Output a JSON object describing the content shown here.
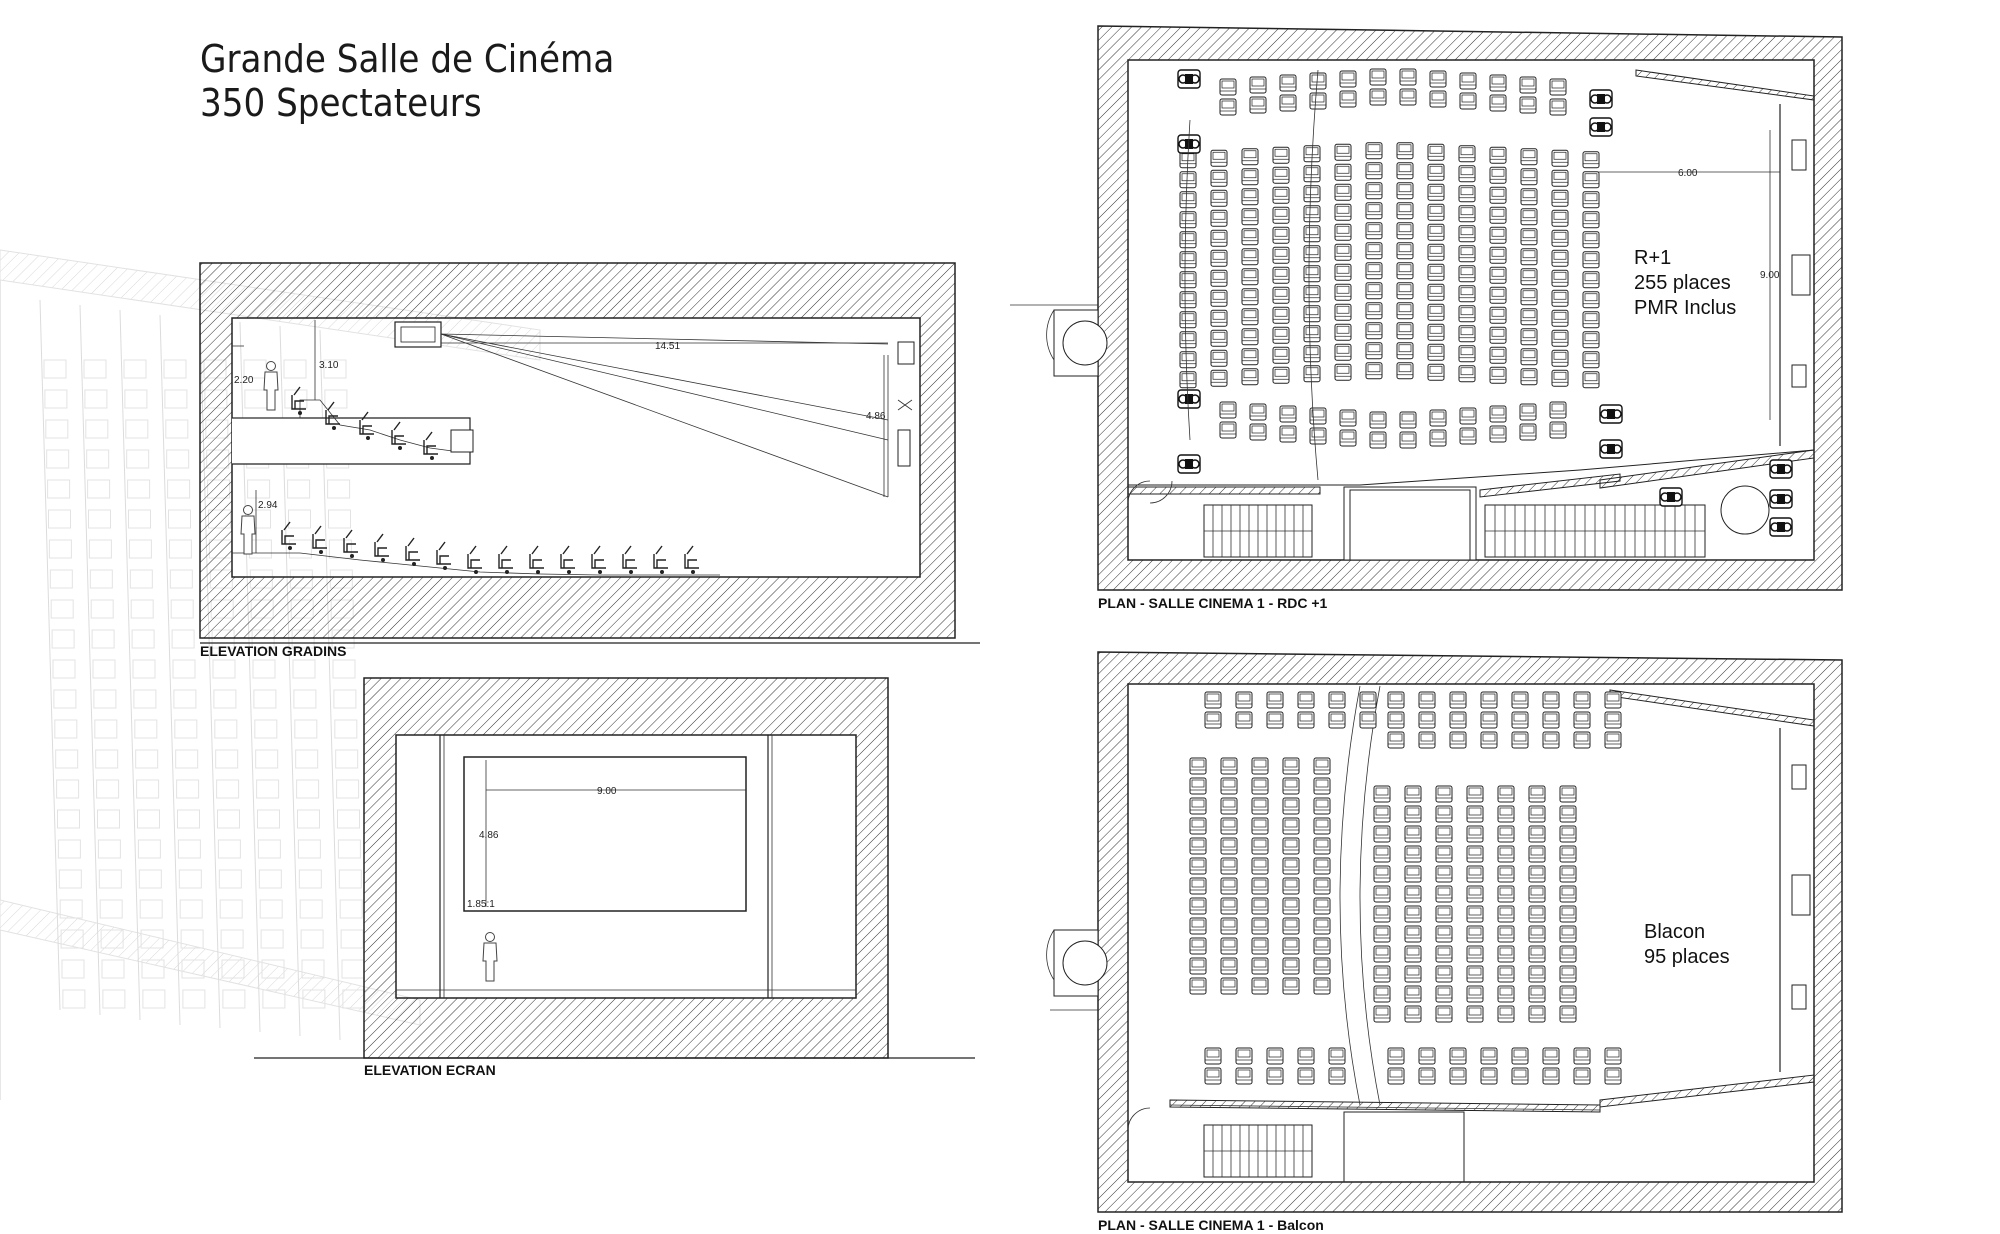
{
  "title": {
    "line1": "Grande Salle de Cinéma",
    "line2": "350 Spectateurs"
  },
  "elevation_gradins": {
    "caption": "ELEVATION GRADINS",
    "dims": {
      "projection_distance": "14.51",
      "screen_height": "4.86",
      "upper_clearance": "3.10",
      "upper_person_height": "2.20",
      "lower_person_height": "2.94"
    }
  },
  "elevation_ecran": {
    "caption": "ELEVATION ECRAN",
    "dims": {
      "screen_width": "9.00",
      "screen_height": "4.86",
      "ratio": "1.85:1"
    }
  },
  "plan_rdc": {
    "caption": "PLAN - SALLE CINEMA 1 - RDC +1",
    "label_lines": [
      "R+1",
      "255 places",
      "PMR Inclus"
    ],
    "dims": {
      "screen_distance": "6.00",
      "screen_width": "9.00"
    }
  },
  "plan_balcon": {
    "caption": "PLAN - SALLE CINEMA 1 - Balcon",
    "label_lines": [
      "Blacon",
      "95 places"
    ]
  },
  "icons": {
    "seat": "seat-icon",
    "wheelchair": "wheelchair-seat-icon",
    "person": "person-silhouette-icon",
    "projector": "projector-icon",
    "stairs": "stairs-icon",
    "door": "door-swing-icon"
  }
}
